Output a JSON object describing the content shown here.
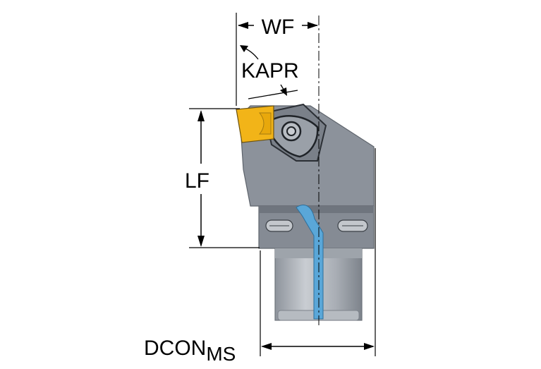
{
  "labels": {
    "wf": "WF",
    "kapr": "KAPR",
    "lf": "LF",
    "dcon": "DCON",
    "dcon_sub": "MS"
  },
  "colors": {
    "body": "#8c929b",
    "body_dark": "#6f757e",
    "shank": "#a7adb5",
    "shank_light": "#c9cdd2",
    "insert": "#f2b418",
    "coolant": "#5aa7d8",
    "line": "#000000"
  }
}
